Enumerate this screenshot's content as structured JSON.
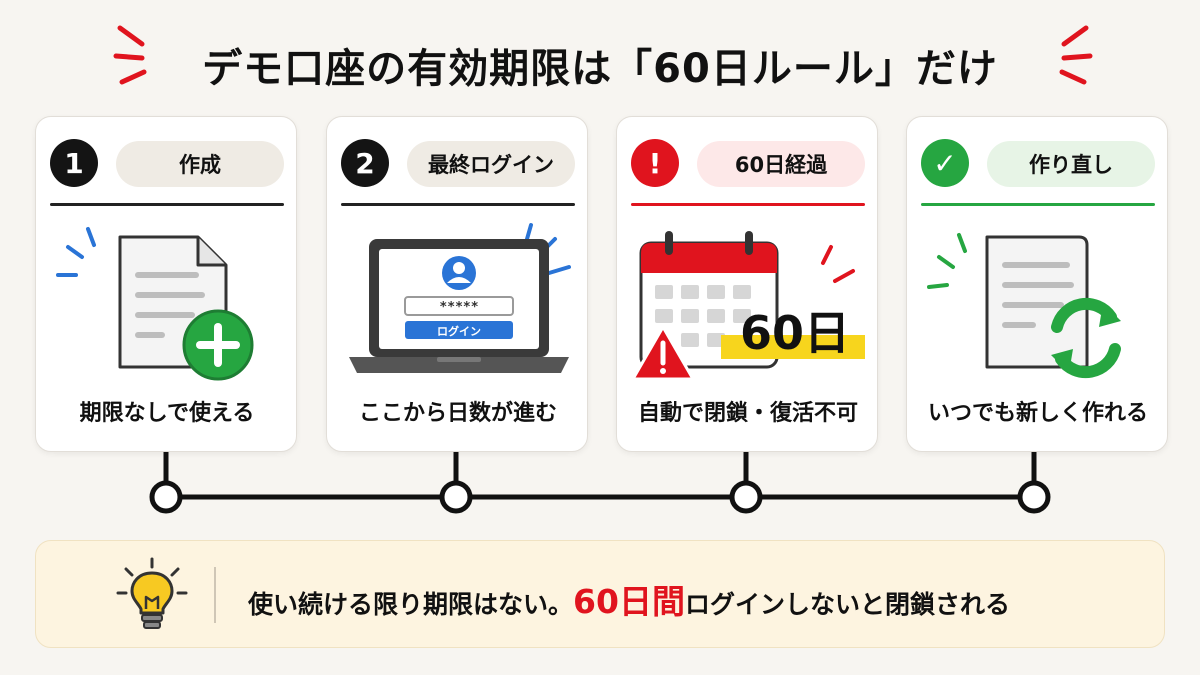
{
  "title": {
    "part1": "デモ口座の有効期限は「60日ルール」だけ"
  },
  "steps": [
    {
      "badge": "1",
      "label": "作成",
      "caption": "期限なしで使える"
    },
    {
      "badge": "2",
      "label": "最終ログイン",
      "caption": "ここから日数が進む",
      "screen": {
        "password": "*****",
        "button": "ログイン"
      }
    },
    {
      "badge": "!",
      "label": "60日経過",
      "caption": "自動で閉鎖・復活不可",
      "calendar_text": "60日"
    },
    {
      "badge": "✓",
      "label": "作り直し",
      "caption": "いつでも新しく作れる"
    }
  ],
  "tip": {
    "before": "使い続ける限り期限はない。",
    "highlight": "60日間",
    "after": "ログインしないと閉鎖される"
  },
  "colors": {
    "accent_red": "#e0141e",
    "accent_green": "#26a641",
    "accent_blue": "#2a74d6",
    "dark": "#141414"
  },
  "icons": [
    "document-plus-icon",
    "laptop-login-icon",
    "calendar-warning-icon",
    "document-refresh-icon",
    "lightbulb-icon"
  ]
}
